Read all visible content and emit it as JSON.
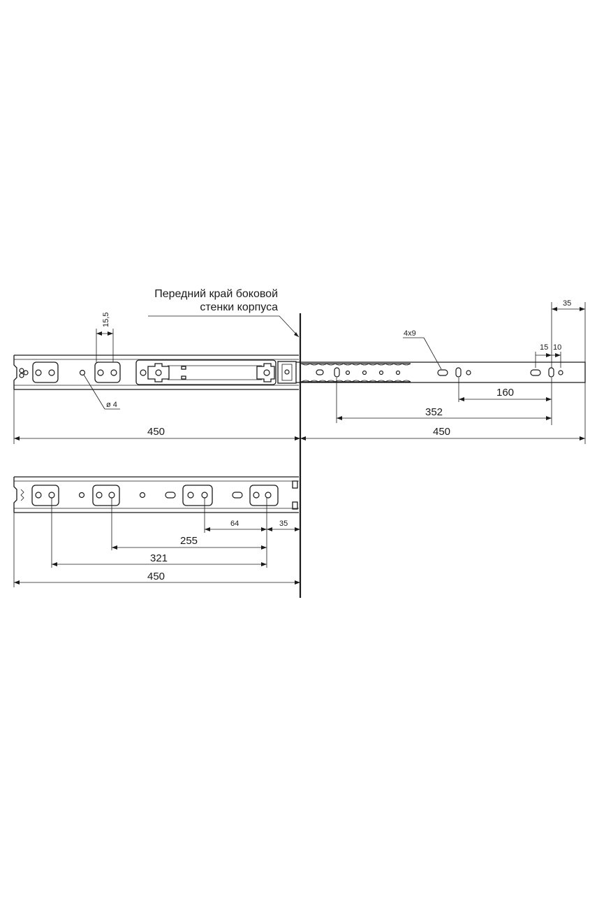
{
  "annotation": {
    "line1": "Передний край боковой",
    "line2": "стенки корпуса"
  },
  "top_view": {
    "dim_15_5": "15,5",
    "dim_d4": "ø 4",
    "dim_4x9": "4x9",
    "dim_35": "35",
    "dim_15": "15",
    "dim_10": "10",
    "dim_160": "160",
    "dim_352": "352",
    "dim_450_left": "450",
    "dim_450_right": "450"
  },
  "bottom_view": {
    "dim_64": "64",
    "dim_35": "35",
    "dim_255": "255",
    "dim_321": "321",
    "dim_450": "450"
  }
}
